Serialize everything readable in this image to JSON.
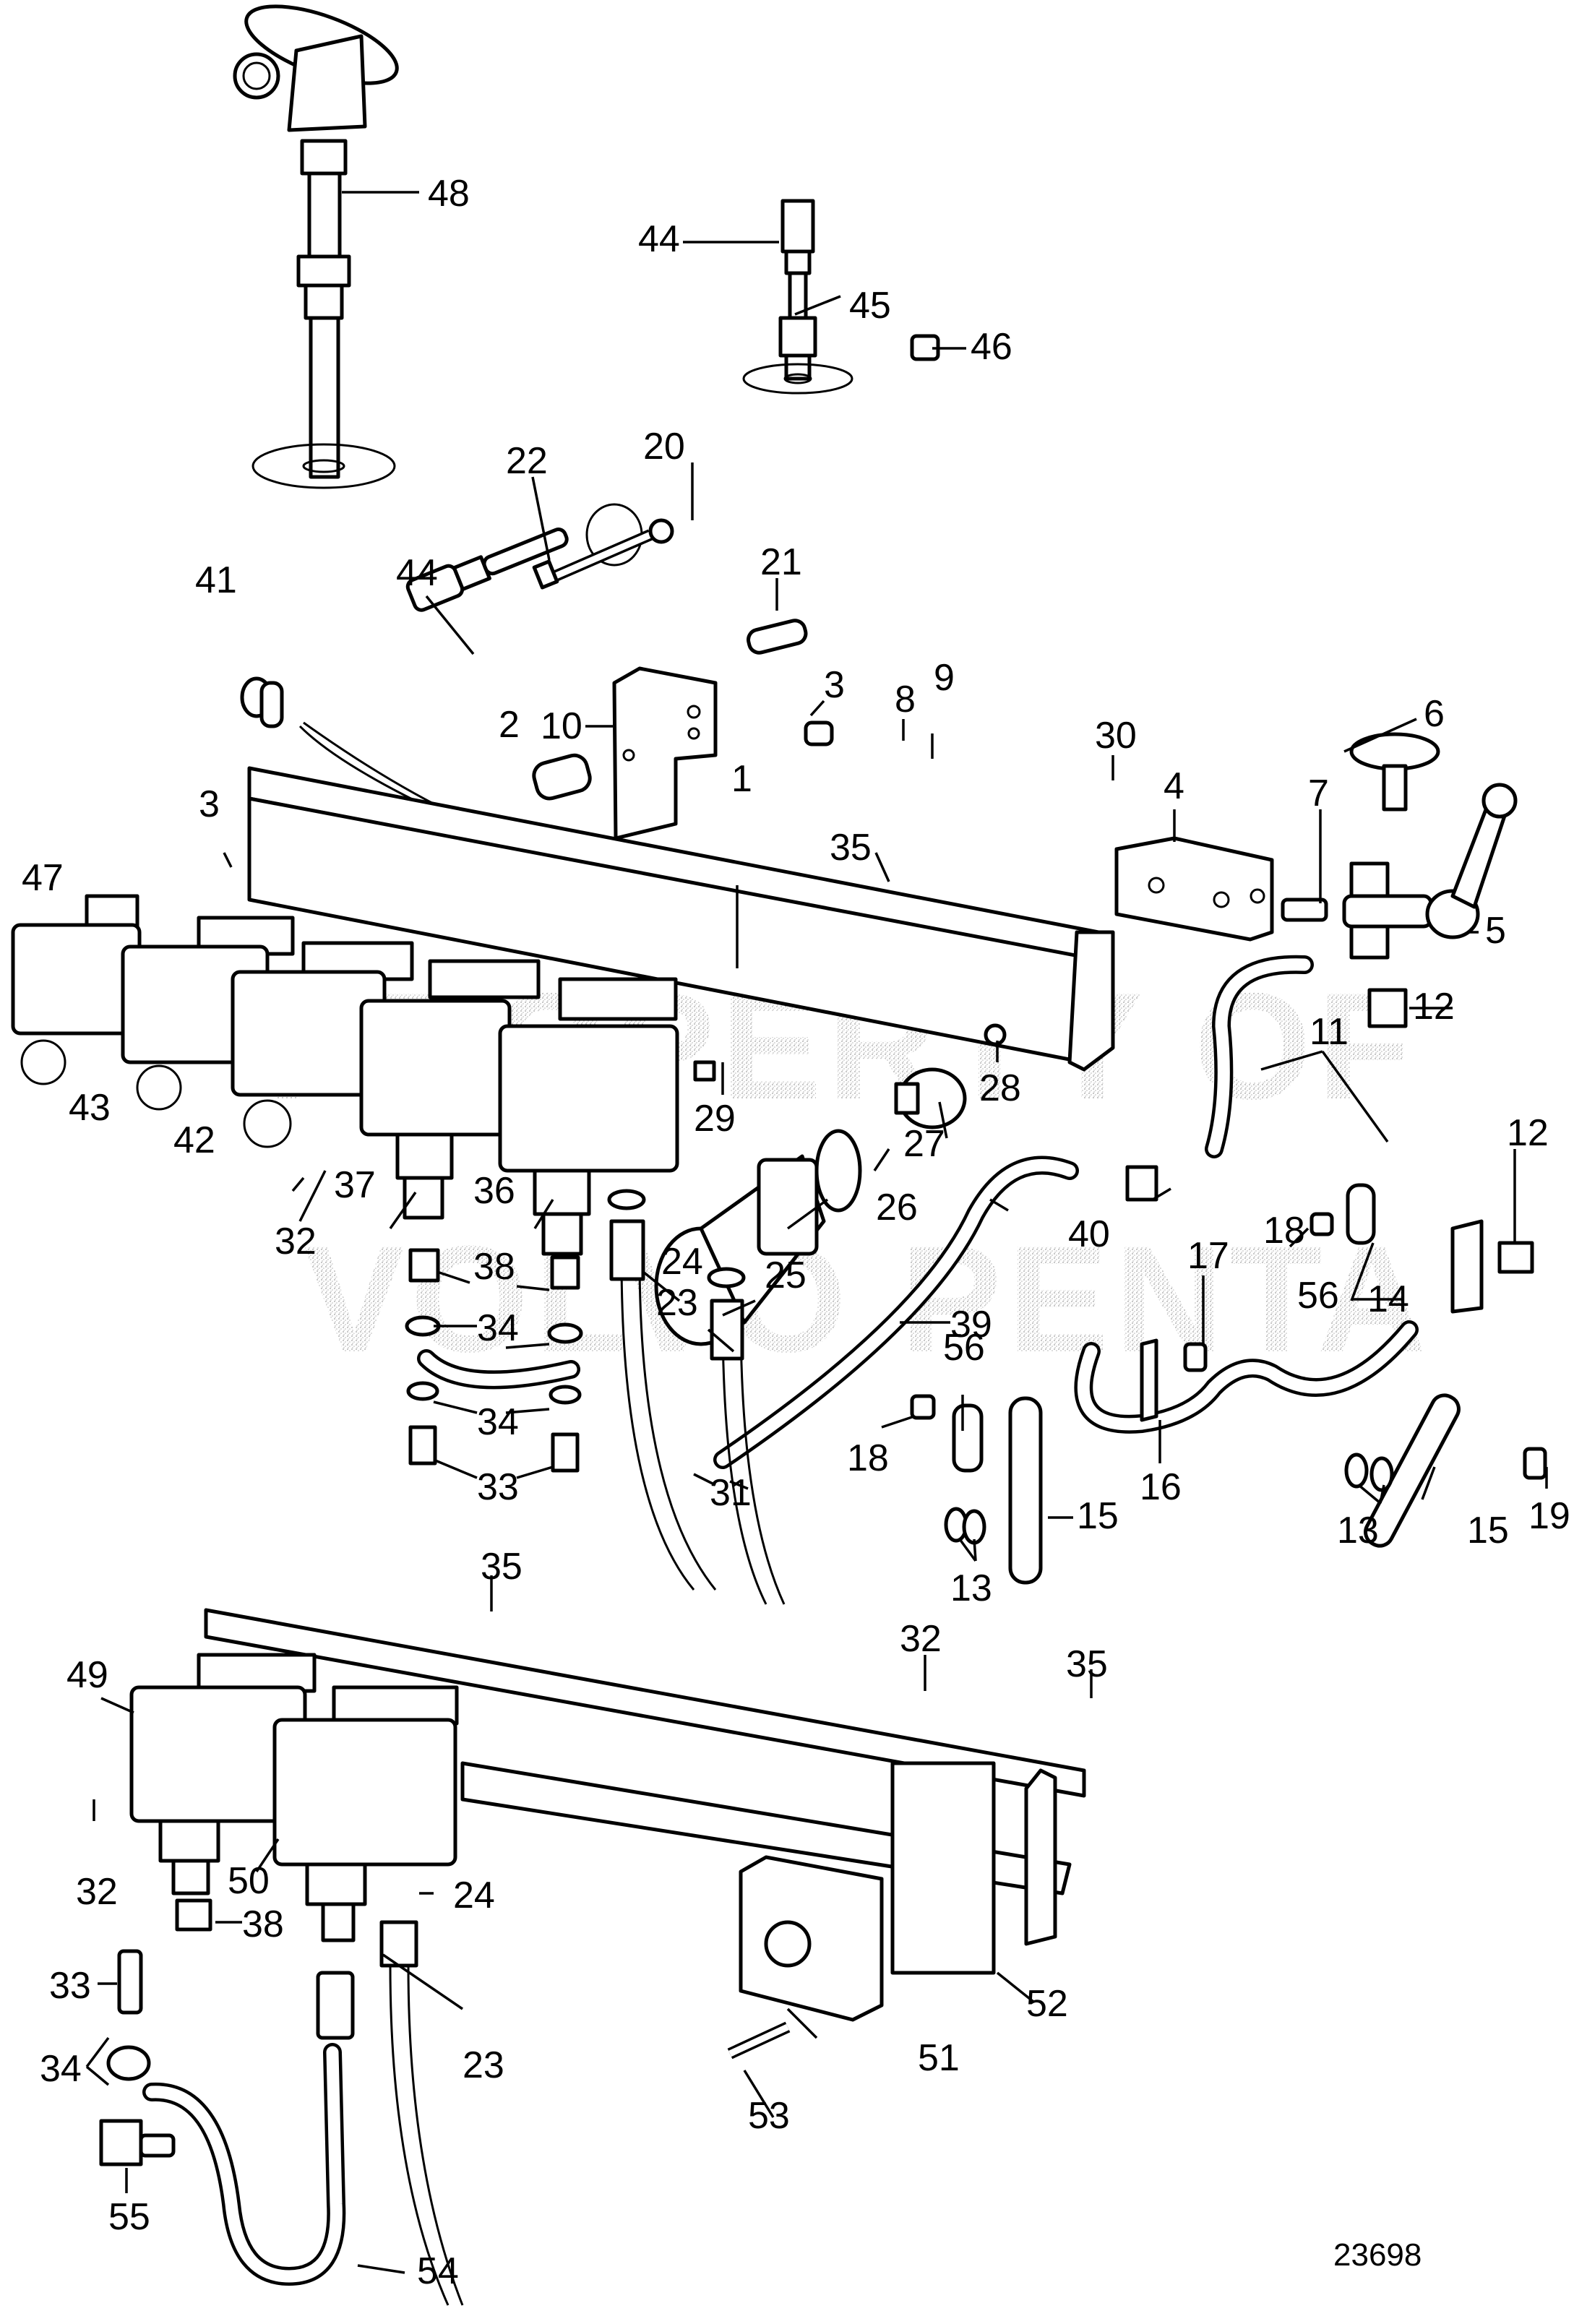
{
  "diagram": {
    "type": "exploded-parts-diagram",
    "figure_number": "23698",
    "watermark": [
      "PROPERTY OF",
      "VOLVO PENTA"
    ],
    "callouts": [
      {
        "id": "c1",
        "label": "1"
      },
      {
        "id": "c2",
        "label": "2"
      },
      {
        "id": "c3a",
        "label": "3"
      },
      {
        "id": "c3b",
        "label": "3"
      },
      {
        "id": "c4",
        "label": "4"
      },
      {
        "id": "c5",
        "label": "5"
      },
      {
        "id": "c6",
        "label": "6"
      },
      {
        "id": "c7",
        "label": "7"
      },
      {
        "id": "c8",
        "label": "8"
      },
      {
        "id": "c9",
        "label": "9"
      },
      {
        "id": "c10",
        "label": "10"
      },
      {
        "id": "c11",
        "label": "11"
      },
      {
        "id": "c12a",
        "label": "12"
      },
      {
        "id": "c12b",
        "label": "12"
      },
      {
        "id": "c13a",
        "label": "13"
      },
      {
        "id": "c13b",
        "label": "13"
      },
      {
        "id": "c14",
        "label": "14"
      },
      {
        "id": "c15a",
        "label": "15"
      },
      {
        "id": "c15b",
        "label": "15"
      },
      {
        "id": "c16",
        "label": "16"
      },
      {
        "id": "c17",
        "label": "17"
      },
      {
        "id": "c18a",
        "label": "18"
      },
      {
        "id": "c18b",
        "label": "18"
      },
      {
        "id": "c19",
        "label": "19"
      },
      {
        "id": "c20",
        "label": "20"
      },
      {
        "id": "c21",
        "label": "21"
      },
      {
        "id": "c22",
        "label": "22"
      },
      {
        "id": "c23a",
        "label": "23"
      },
      {
        "id": "c23b",
        "label": "23"
      },
      {
        "id": "c24a",
        "label": "24"
      },
      {
        "id": "c24b",
        "label": "24"
      },
      {
        "id": "c25",
        "label": "25"
      },
      {
        "id": "c26",
        "label": "26"
      },
      {
        "id": "c27",
        "label": "27"
      },
      {
        "id": "c28",
        "label": "28"
      },
      {
        "id": "c29",
        "label": "29"
      },
      {
        "id": "c30",
        "label": "30"
      },
      {
        "id": "c31",
        "label": "31"
      },
      {
        "id": "c32a",
        "label": "32"
      },
      {
        "id": "c32b",
        "label": "32"
      },
      {
        "id": "c32c",
        "label": "32"
      },
      {
        "id": "c33a",
        "label": "33"
      },
      {
        "id": "c33b",
        "label": "33"
      },
      {
        "id": "c34a",
        "label": "34"
      },
      {
        "id": "c34b",
        "label": "34"
      },
      {
        "id": "c34c",
        "label": "34"
      },
      {
        "id": "c35a",
        "label": "35"
      },
      {
        "id": "c35b",
        "label": "35"
      },
      {
        "id": "c35c",
        "label": "35"
      },
      {
        "id": "c36",
        "label": "36"
      },
      {
        "id": "c37",
        "label": "37"
      },
      {
        "id": "c38a",
        "label": "38"
      },
      {
        "id": "c38b",
        "label": "38"
      },
      {
        "id": "c39",
        "label": "39"
      },
      {
        "id": "c40",
        "label": "40"
      },
      {
        "id": "c41",
        "label": "41"
      },
      {
        "id": "c42",
        "label": "42"
      },
      {
        "id": "c43",
        "label": "43"
      },
      {
        "id": "c44a",
        "label": "44"
      },
      {
        "id": "c44b",
        "label": "44"
      },
      {
        "id": "c45",
        "label": "45"
      },
      {
        "id": "c46",
        "label": "46"
      },
      {
        "id": "c47",
        "label": "47"
      },
      {
        "id": "c48",
        "label": "48"
      },
      {
        "id": "c49",
        "label": "49"
      },
      {
        "id": "c50",
        "label": "50"
      },
      {
        "id": "c51",
        "label": "51"
      },
      {
        "id": "c52",
        "label": "52"
      },
      {
        "id": "c53",
        "label": "53"
      },
      {
        "id": "c54",
        "label": "54"
      },
      {
        "id": "c55",
        "label": "55"
      },
      {
        "id": "c56a",
        "label": "56"
      },
      {
        "id": "c56b",
        "label": "56"
      }
    ]
  }
}
